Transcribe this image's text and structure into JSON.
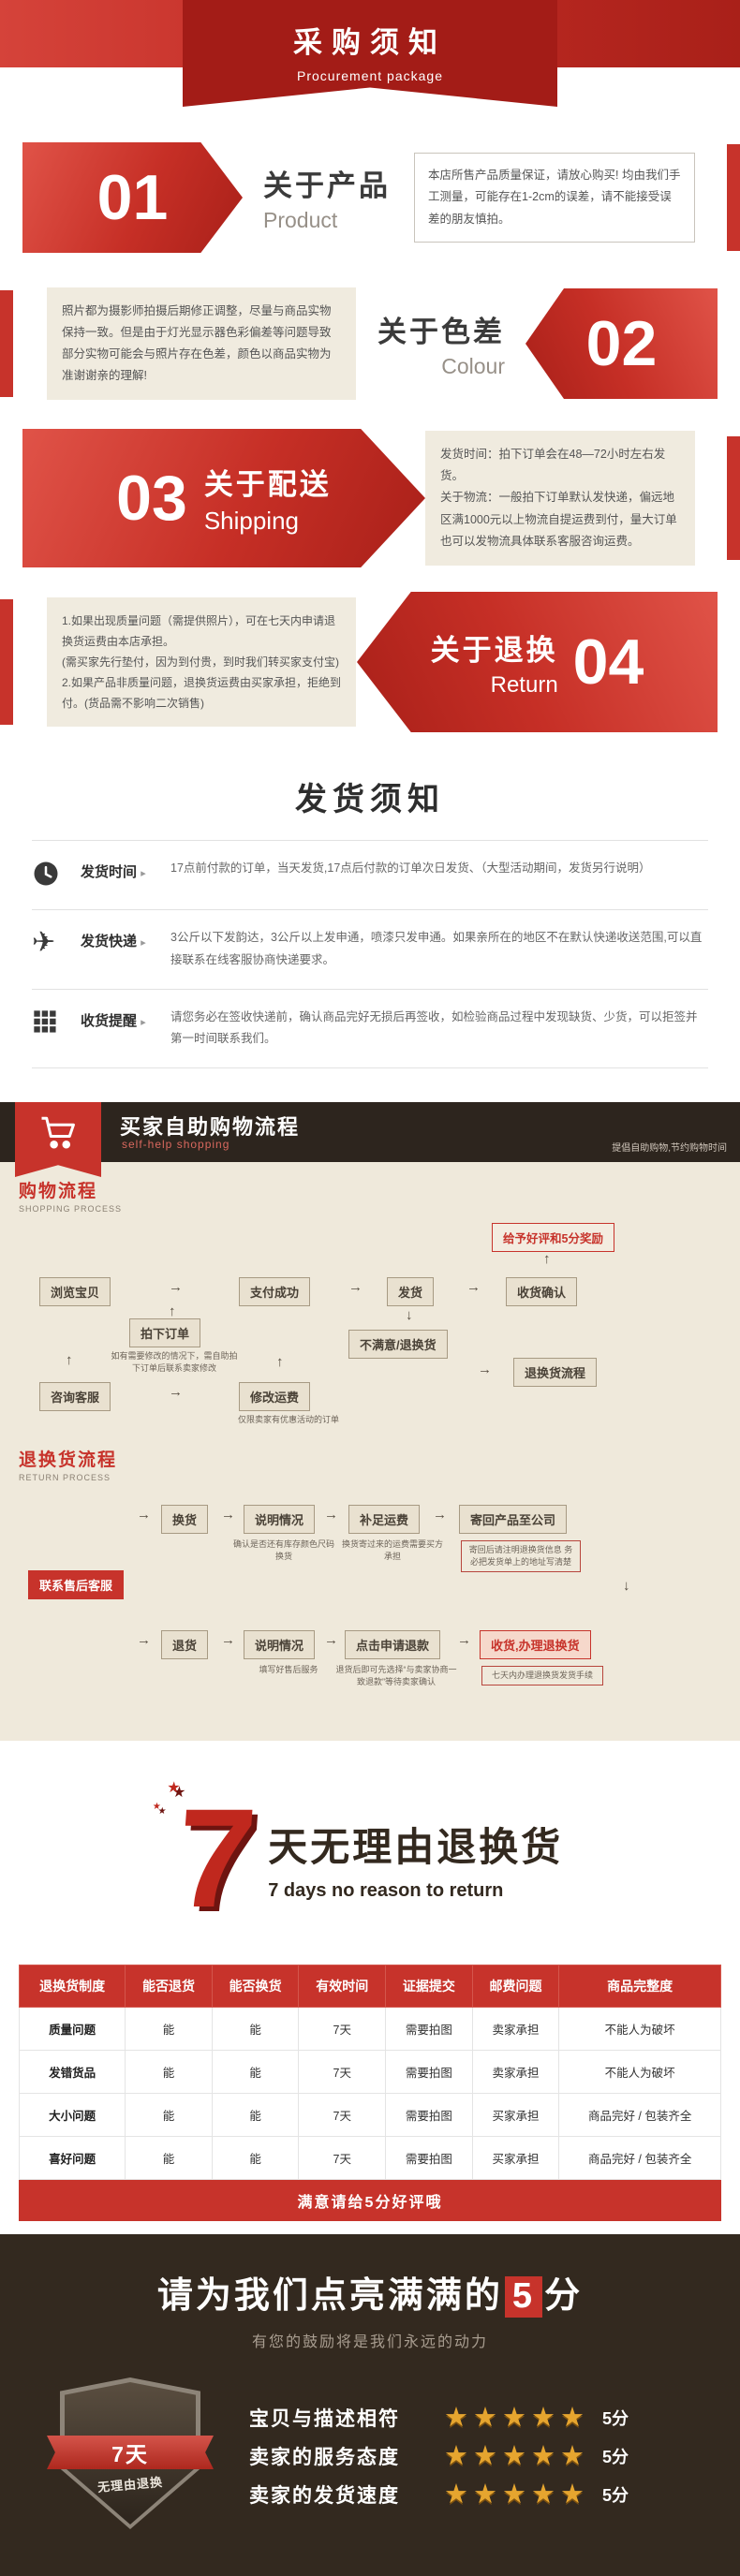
{
  "colors": {
    "accent": "#c7332b",
    "dark_bg": "#33291f",
    "beige": "#efe9db",
    "gold": "#e6a52f"
  },
  "banner": {
    "title": "采购须知",
    "subtitle": "Procurement package"
  },
  "sections": [
    {
      "num": "01",
      "title": "关于产品",
      "en": "Product",
      "lines": [
        "本店所售产品质量保证，请放心购买! 均由我们手工测量，可能存在1-2cm的误差，请不能接受误差的朋友慎拍。"
      ]
    },
    {
      "num": "02",
      "title": "关于色差",
      "en": "Colour",
      "lines": [
        "照片都为摄影师拍摄后期修正调整，尽量与商品实物保持一致。但是由于灯光显示器色彩偏差等问题导致部分实物可能会与照片存在色差，颜色以商品实物为准谢谢亲的理解!"
      ]
    },
    {
      "num": "03",
      "title": "关于配送",
      "en": "Shipping",
      "lines": [
        "发货时间：拍下订单会在48—72小时左右发货。",
        "关于物流：一般拍下订单默认发快递，偏远地区满1000元以上物流自提运费到付，量大订单也可以发物流具体联系客服咨询运费。"
      ]
    },
    {
      "num": "04",
      "title": "关于退换",
      "en": "Return",
      "lines": [
        "1.如果出现质量问题（需提供照片），可在七天内申请退换货运费由本店承担。",
        "(需买家先行垫付，因为到付贵，到时我们转买家支付宝)",
        "2.如果产品非质量问题，退换货运费由买家承担，拒绝到付。(货品需不影响二次销售)"
      ]
    }
  ],
  "notice": {
    "title": "发货须知",
    "caret": "▸",
    "rows": [
      {
        "icon": "clock-icon",
        "label": "发货时间",
        "text": "17点前付款的订单，当天发货,17点后付款的订单次日发货、（大型活动期间，发货另行说明）"
      },
      {
        "icon": "plane-icon",
        "label": "发货快递",
        "text": "3公斤以下发韵达，3公斤以上发申通，喷漆只发申通。如果亲所在的地区不在默认快递收送范围,可以直接联系在线客服协商快递要求。"
      },
      {
        "icon": "grid-icon",
        "label": "收货提醒",
        "text": "请您务必在签收快递前，确认商品完好无损后再签收，如检验商品过程中发现缺货、少货，可以拒签并第一时间联系我们。"
      }
    ]
  },
  "flow": {
    "header": {
      "title": "买家自助购物流程",
      "subtitle": "self-help shopping",
      "note": "提倡自助购物,节约购物时间"
    },
    "shop": {
      "label": "购物流程",
      "label_en": "SHOPPING PROCESS",
      "browse": "浏览宝贝",
      "order": "拍下订单",
      "consult": "咨询客服",
      "pay": "支付成功",
      "modify": "修改运费",
      "ship": "发货",
      "unsat": "不满意/退换货",
      "confirm": "收货确认",
      "return_flow": "退换货流程",
      "praise": "给予好评和5分奖励",
      "order_note": "如有需要修改的情况下，需自助拍下订单后联系卖家修改",
      "modify_note": "仅限卖家有优惠活动的订单"
    },
    "ret": {
      "label": "退换货流程",
      "label_en": "RETURN PROCESS",
      "contact": "联系售后客服",
      "exchange": "换货",
      "explain1": "说明情况",
      "explain1_note": "确认是否还有库存颜色尺码换货",
      "fee": "补足运费",
      "fee_note": "换货寄过来的运费需要买方承担",
      "sendback": "寄回产品至公司",
      "sendback_note": "寄回后请注明退换货信息 务必把发货单上的地址写清楚",
      "refund": "退货",
      "explain2": "说明情况",
      "explain2_note": "填写好售后服务",
      "apply": "点击申请退款",
      "apply_note": "退货后即可先选择“与卖家协商一致退款”等待卖家确认",
      "receive": "收货,办理退换货",
      "receive_note": "七天内办理退换货发货手续"
    }
  },
  "seven": {
    "digit": "7",
    "title": "天无理由退换货",
    "subtitle": "7 days no reason to return",
    "spark": "★"
  },
  "table": {
    "headers": [
      "退换货制度",
      "能否退货",
      "能否换货",
      "有效时间",
      "证据提交",
      "邮费问题",
      "商品完整度"
    ],
    "rows": [
      {
        "cells": [
          "质量问题",
          "能",
          "能",
          "7天",
          "需要拍图",
          "卖家承担",
          "不能人为破坏"
        ]
      },
      {
        "cells": [
          "发错货品",
          "能",
          "能",
          "7天",
          "需要拍图",
          "卖家承担",
          "不能人为破坏"
        ]
      },
      {
        "cells": [
          "大小问题",
          "能",
          "能",
          "7天",
          "需要拍图",
          "买家承担",
          "商品完好 / 包装齐全"
        ]
      },
      {
        "cells": [
          "喜好问题",
          "能",
          "能",
          "7天",
          "需要拍图",
          "买家承担",
          "商品完好 / 包装齐全"
        ]
      }
    ]
  },
  "rate_bar": "满意请给5分好评哦",
  "footer": {
    "title_pre": "请为我们点亮满满的",
    "title_num": "5",
    "title_suf": "分",
    "subtitle": "有您的鼓励将是我们永远的动力",
    "shield_line1": "7天",
    "shield_line2": "无理由退换",
    "ratings": [
      {
        "label": "宝贝与描述相符",
        "stars": "★★★★★",
        "score": "5分"
      },
      {
        "label": "卖家的服务态度",
        "stars": "★★★★★",
        "score": "5分"
      },
      {
        "label": "卖家的发货速度",
        "stars": "★★★★★",
        "score": "5分"
      }
    ]
  }
}
